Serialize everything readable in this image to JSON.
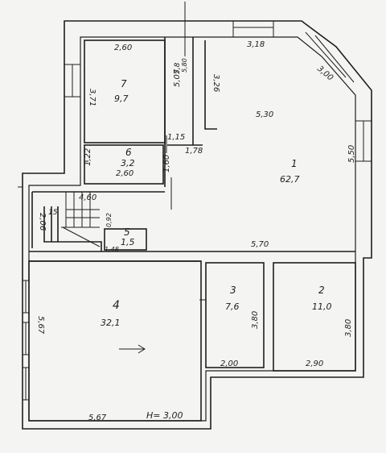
{
  "rooms": [
    {
      "id": "1",
      "num": "1",
      "area": "62,7"
    },
    {
      "id": "2",
      "num": "2",
      "area": "11,0"
    },
    {
      "id": "3",
      "num": "3",
      "area": "7,6"
    },
    {
      "id": "4",
      "num": "4",
      "area": "32,1"
    },
    {
      "id": "5",
      "num": "5",
      "area": "1,5"
    },
    {
      "id": "6",
      "num": "6",
      "area": "3,2"
    },
    {
      "id": "7",
      "num": "7",
      "area": "9,7"
    }
  ],
  "dimensions": {
    "top_room7": "2,60",
    "top_room1": "3,18",
    "diagonal": "3,00",
    "left_room7": "3,71",
    "room7_right_a": "5,07",
    "room7_right_b": "5,8",
    "room7_right_c": "5,80",
    "room1_left": "3,26",
    "room1_width": "5,30",
    "room1_height": "5,50",
    "small_1": "1,15",
    "small_2": "1,78",
    "room6_height": "1,22",
    "room6_width": "2,60",
    "corridor_h": "1,60",
    "stair_w": "4,60",
    "stair_h": "2,06",
    "stair_small": "0,92",
    "room5_w": "1,48",
    "mid_width": "5,70",
    "room4_height": "5,67",
    "room4_width": "5,67",
    "room3_height": "3,80",
    "room3_width": "2,00",
    "room2_height": "3,80",
    "room2_width": "2,90",
    "ceiling_height": "H= 3,00"
  },
  "colors": {
    "ink": "#1e1e1e",
    "paper": "#f4f4f2"
  }
}
